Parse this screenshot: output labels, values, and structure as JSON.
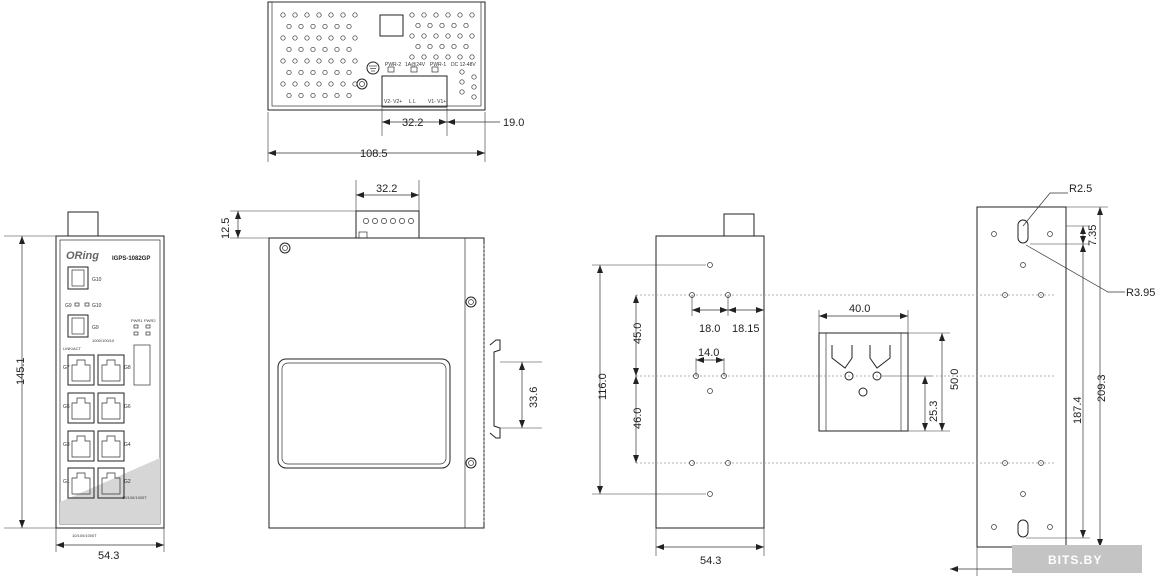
{
  "brand_logo": "ORing",
  "model": "IGPS-1082GP",
  "port_labels": {
    "g10": "G10",
    "g9": "G9",
    "g9_led": "G9",
    "g10_led": "G10",
    "speed": "1000/100/10",
    "link_act": "LINK/ACT",
    "pwr1": "PWR1",
    "pwr2": "PWR2",
    "p1": "G1",
    "p2": "G2",
    "p3": "G3",
    "p4": "G4",
    "p5": "G5",
    "p6": "G6",
    "p7": "G7",
    "p8": "G8",
    "front_speed": "10/100/1000T",
    "bottom_speed": "10/100/1000T"
  },
  "terminal_labels": {
    "pwr2": "PWR-2",
    "relay": "1A@24V",
    "pwr1": "PWR-1",
    "dc": "DC 12-48V",
    "v2": "V2- V2+",
    "fault": "L   L",
    "v1": "V1- V1+"
  },
  "dimensions": {
    "top_terminal_width": "32.2",
    "top_terminal_offset": "19.0",
    "top_depth": "108.5",
    "front_height": "145.1",
    "front_width": "54.3",
    "side_terminal_width": "32.2",
    "side_terminal_height": "12.5",
    "din_clip": "33.6",
    "rear_height": "116.0",
    "rear_upper": "45.0",
    "rear_lower": "46.0",
    "rear_hole_spacing_a": "18.0",
    "rear_hole_offset": "18.15",
    "rear_hole_spacing_b": "14.0",
    "rear_width": "54.3",
    "din_width": "40.0",
    "din_height": "50.0",
    "din_hole_height": "25.3",
    "plate_radius_small": "R2.5",
    "plate_radius_large": "R3.95",
    "plate_slot": "7.35",
    "plate_inner": "187.4",
    "plate_total": "209.3"
  },
  "watermark": "BITS.BY"
}
